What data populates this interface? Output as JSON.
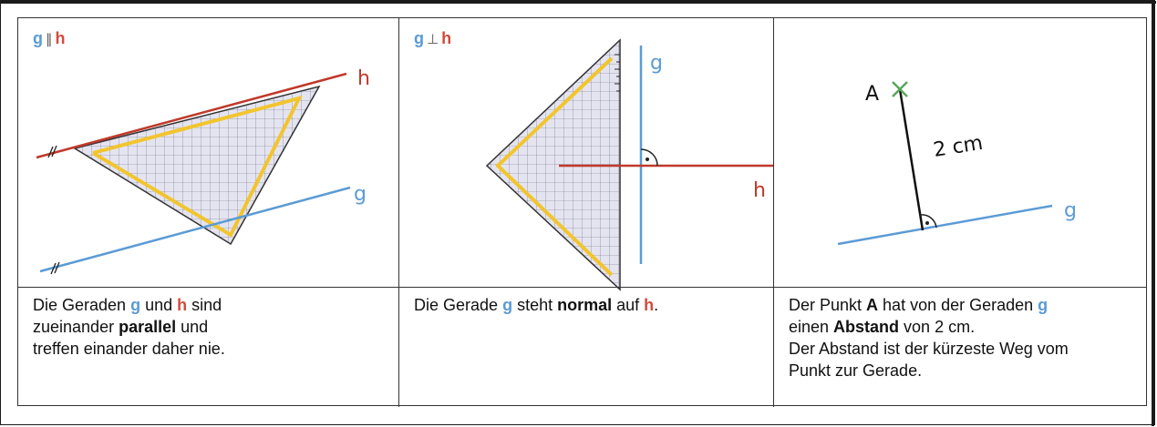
{
  "panels": [
    {
      "title": {
        "g": "g",
        "op": "∥",
        "h": "h"
      },
      "labels": {
        "h": "h",
        "g": "g"
      },
      "text": {
        "l1a": "Die Geraden ",
        "l1g": "g",
        "l1b": " und ",
        "l1h": "h",
        "l1c": " sind",
        "l2a": "zueinander ",
        "l2b": "parallel",
        "l2c": " und",
        "l3": "treffen einander daher nie."
      }
    },
    {
      "title": {
        "g": "g",
        "op": "⊥",
        "h": "h"
      },
      "labels": {
        "g": "g",
        "h": "h"
      },
      "text": {
        "a": "Die Gerade ",
        "g": "g",
        "b": " steht ",
        "c": "normal",
        "d": " auf ",
        "h": "h",
        "e": "."
      }
    },
    {
      "labels": {
        "A": "A",
        "dist": "2 cm",
        "g": "g"
      },
      "text": {
        "l1a": "Der Punkt ",
        "l1b": "A",
        "l1c": " hat von der Geraden ",
        "l1g": "g",
        "l2a": "einen ",
        "l2b": "Abstand",
        "l2c": " von 2 cm.",
        "l3": "Der Abstand ist der kürzeste Weg vom",
        "l4": "Punkt zur Gerade."
      }
    }
  ],
  "colors": {
    "g": "#5b9bd5",
    "h": "#c0392b",
    "ruler": "#f2c52e",
    "point": "#5aa55a",
    "grid": "#dcdce8"
  }
}
